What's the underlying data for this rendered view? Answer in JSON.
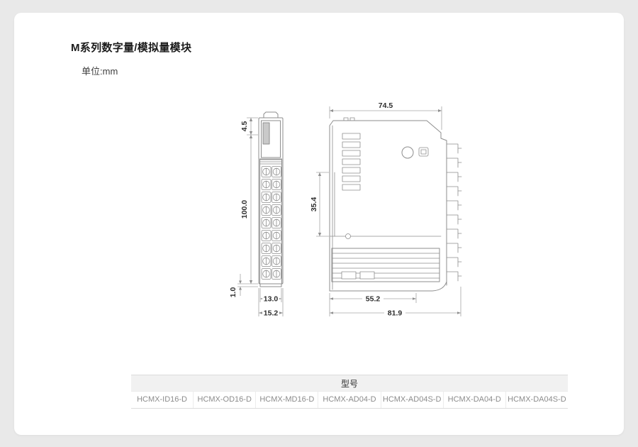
{
  "page": {
    "title": "M系列数字量/模拟量模块",
    "unit_label": "单位:mm"
  },
  "drawings": {
    "front_view": {
      "dims": {
        "top_height": "4.5",
        "body_height": "100.0",
        "base_height": "1.0",
        "inner_width": "13.0",
        "outer_width": "15.2"
      }
    },
    "side_view": {
      "dims": {
        "top_width": "74.5",
        "rail_height": "35.4",
        "body_depth": "55.2",
        "total_depth": "81.9"
      }
    }
  },
  "model_table": {
    "header": "型号",
    "models": [
      "HCMX-ID16-D",
      "HCMX-OD16-D",
      "HCMX-MD16-D",
      "HCMX-AD04-D",
      "HCMX-AD04S-D",
      "HCMX-DA04-D",
      "HCMX-DA04S-D"
    ]
  }
}
